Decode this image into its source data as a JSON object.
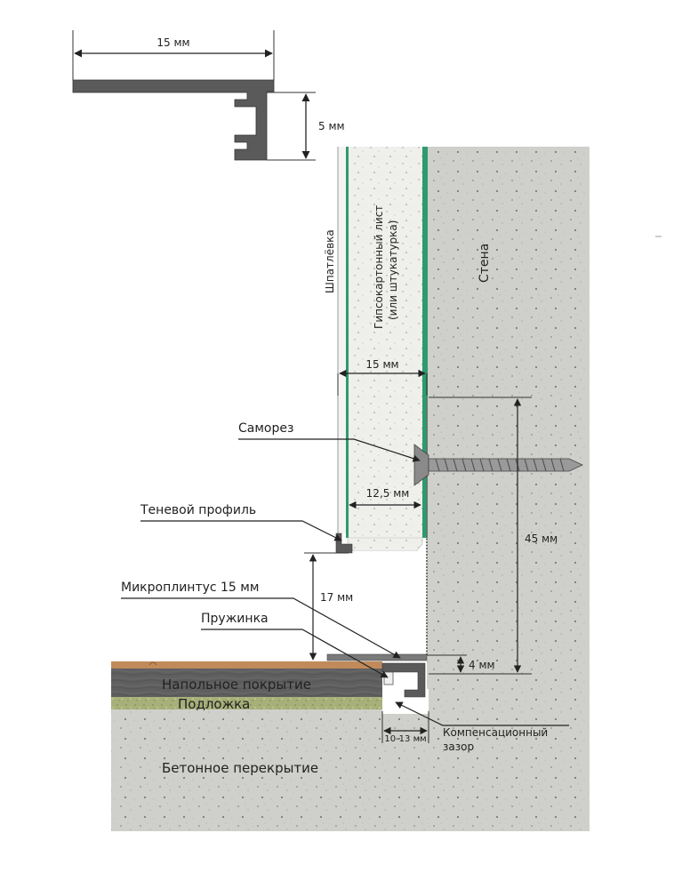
{
  "profile_detail": {
    "width_label": "15 мм",
    "height_label": "5 мм"
  },
  "layers": {
    "putty": "Шпатлёвка",
    "drywall_line1": "Гипсокартонный лист",
    "drywall_line2": "(или штукатурка)",
    "wall": "Стена",
    "floor_covering": "Напольное покрытие",
    "underlay": "Подложка",
    "concrete_slab": "Бетонное перекрытие"
  },
  "callouts": {
    "screw": "Саморез",
    "shadow_profile": "Теневой профиль",
    "micro_plinth": "Микроплинтус 15 мм",
    "spring": "Пружинка",
    "comp_gap_line1": "Компенсационный",
    "comp_gap_line2": "зазор"
  },
  "dimensions": {
    "wall_finish_thickness": "15 мм",
    "drywall_thickness": "12,5 мм",
    "screw_height": "45 мм",
    "shadow_gap": "17 мм",
    "plinth_gap": "4 мм",
    "comp_gap": "10-13 мм"
  },
  "colors": {
    "concrete": "#cfcfcb",
    "drywall_edge": "#2f9a6e",
    "floor_top": "#c08a5a",
    "floor_body": "#5e5e5e",
    "underlay": "#a8b07a",
    "metal": "#5a5a5a"
  }
}
